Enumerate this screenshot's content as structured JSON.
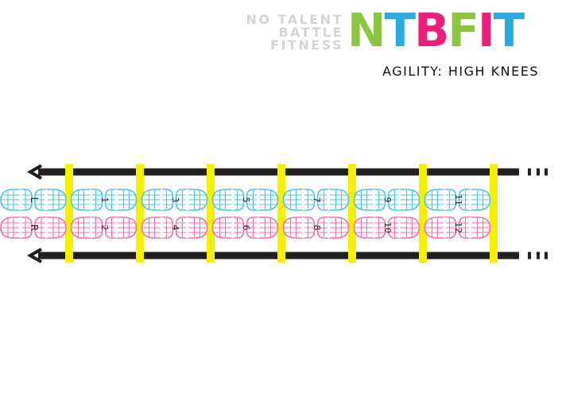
{
  "brand": {
    "tagline": [
      "NO TALENT",
      "BATTLE",
      "FITNESS"
    ],
    "logo_letters": [
      {
        "ch": "N",
        "color": "#8cc63f"
      },
      {
        "ch": "T",
        "color": "#29abe2"
      },
      {
        "ch": "B",
        "color": "#ec1e79"
      },
      {
        "ch": "F",
        "color": "#8cc63f"
      },
      {
        "ch": "I",
        "color": "#ec1e79"
      },
      {
        "ch": "T",
        "color": "#29abe2"
      }
    ]
  },
  "drill": {
    "title": "AGILITY: HIGH KNEES"
  },
  "colors": {
    "rung": "#f4f000",
    "rail": "#231f20",
    "left_foot": "#4fc3e6",
    "right_foot": "#f06fb0"
  },
  "ladder": {
    "start_labels": [
      "L",
      "R"
    ],
    "squares": [
      {
        "top": "1",
        "bottom": "2"
      },
      {
        "top": "3",
        "bottom": "4"
      },
      {
        "top": "5",
        "bottom": "6"
      },
      {
        "top": "7",
        "bottom": "8"
      },
      {
        "top": "9",
        "bottom": "10"
      },
      {
        "top": "11",
        "bottom": "12"
      }
    ]
  }
}
